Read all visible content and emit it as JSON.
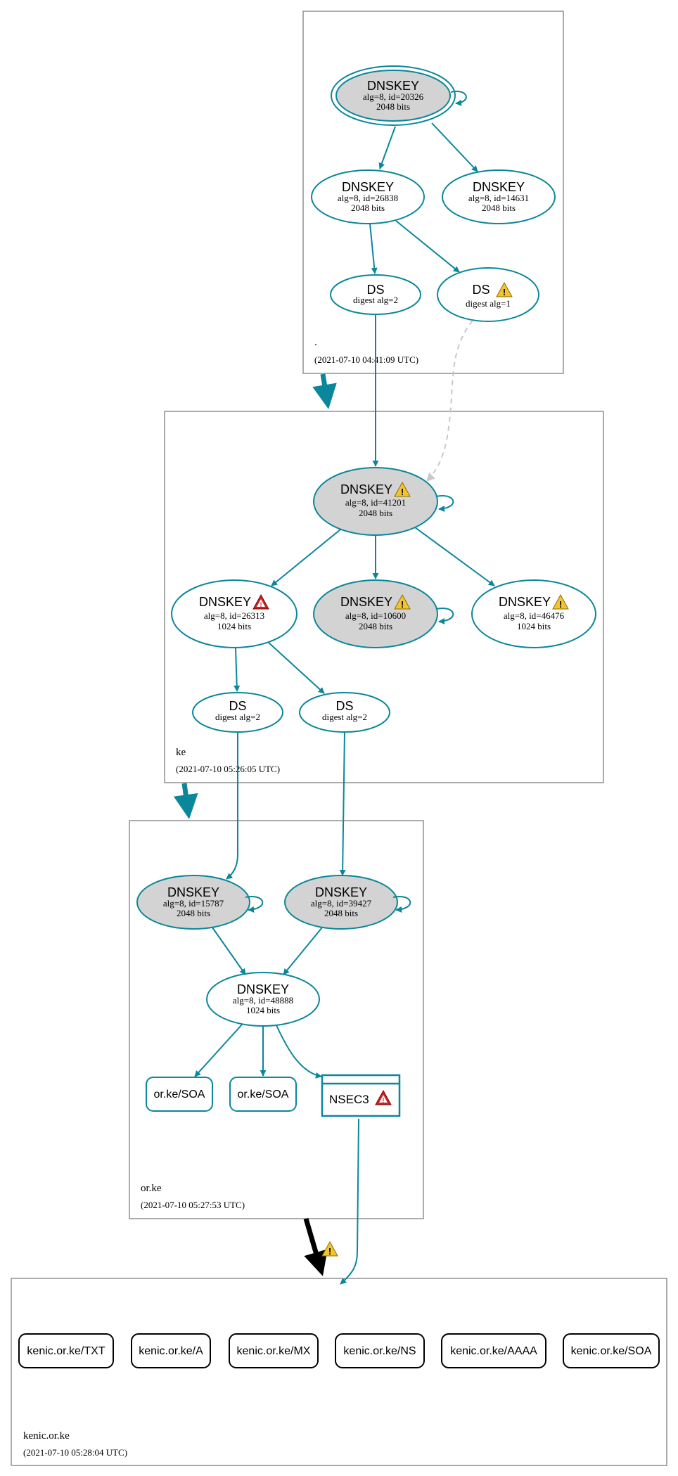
{
  "colors": {
    "edge": "#0a879a",
    "ksk_fill": "#d3d3d3",
    "warning_yellow": "#f4c430",
    "error_red": "#cc2222",
    "dashed_edge": "#c8c8c8",
    "delegation_black": "#000000"
  },
  "zones": {
    "root": {
      "name": ".",
      "time": "(2021-07-10 04:41:09 UTC)",
      "dnskey_a": {
        "title": "DNSKEY",
        "line1": "alg=8, id=20326",
        "line2": "2048 bits"
      },
      "dnskey_b": {
        "title": "DNSKEY",
        "line1": "alg=8, id=26838",
        "line2": "2048 bits"
      },
      "dnskey_c": {
        "title": "DNSKEY",
        "line1": "alg=8, id=14631",
        "line2": "2048 bits"
      },
      "ds_a": {
        "title": "DS",
        "line1": "digest alg=2"
      },
      "ds_b": {
        "title": "DS",
        "line1": "digest alg=1"
      }
    },
    "ke": {
      "name": "ke",
      "time": "(2021-07-10 05:26:05 UTC)",
      "dnskey_a": {
        "title": "DNSKEY",
        "line1": "alg=8, id=41201",
        "line2": "2048 bits"
      },
      "dnskey_b": {
        "title": "DNSKEY",
        "line1": "alg=8, id=26313",
        "line2": "1024 bits"
      },
      "dnskey_c": {
        "title": "DNSKEY",
        "line1": "alg=8, id=10600",
        "line2": "2048 bits"
      },
      "dnskey_d": {
        "title": "DNSKEY",
        "line1": "alg=8, id=46476",
        "line2": "1024 bits"
      },
      "ds_a": {
        "title": "DS",
        "line1": "digest alg=2"
      },
      "ds_b": {
        "title": "DS",
        "line1": "digest alg=2"
      }
    },
    "orke": {
      "name": "or.ke",
      "time": "(2021-07-10 05:27:53 UTC)",
      "dnskey_a": {
        "title": "DNSKEY",
        "line1": "alg=8, id=15787",
        "line2": "2048 bits"
      },
      "dnskey_b": {
        "title": "DNSKEY",
        "line1": "alg=8, id=39427",
        "line2": "2048 bits"
      },
      "dnskey_c": {
        "title": "DNSKEY",
        "line1": "alg=8, id=48888",
        "line2": "1024 bits"
      },
      "rr_a": "or.ke/SOA",
      "rr_b": "or.ke/SOA",
      "nsec3": "NSEC3"
    },
    "kenic": {
      "name": "kenic.or.ke",
      "time": "(2021-07-10 05:28:04 UTC)",
      "rrsets": [
        "kenic.or.ke/TXT",
        "kenic.or.ke/A",
        "kenic.or.ke/MX",
        "kenic.or.ke/NS",
        "kenic.or.ke/AAAA",
        "kenic.or.ke/SOA"
      ]
    }
  }
}
